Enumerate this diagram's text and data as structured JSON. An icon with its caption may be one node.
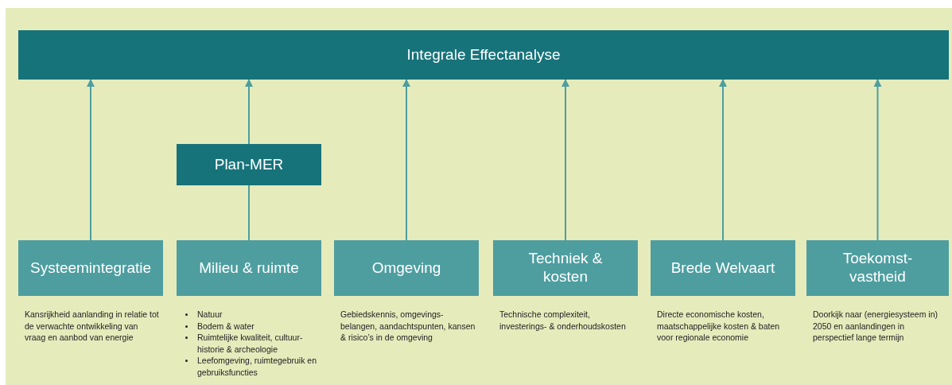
{
  "diagram": {
    "nodes": [
      {
        "text": [
          "Integrale Effectanalyse"
        ]
      },
      {
        "text": [
          "Plan-MER"
        ]
      },
      {
        "text": [
          "Systeemintegratie"
        ],
        "beside": [
          "Kansrijkheid aanlanding in relatie tot de verwachte ontwikkeling van vraag en aanbod van energie"
        ]
      },
      {
        "text": [
          "Milieu & ruimte"
        ],
        "beside": [
          "Natuur",
          "Bodem & water",
          "Ruimtelijke kwaliteit, cultuur-historie & archeologie",
          "Leefomgeving, ruimtegebruik en gebruiksfuncties"
        ]
      },
      {
        "text": [
          "Omgeving"
        ],
        "beside": [
          "Gebiedskennis, omgevings-belangen, aandachtspunten, kansen & risico’s in de omgeving"
        ]
      },
      {
        "text": [
          "Techniek & kosten"
        ],
        "beside": [
          "Technische complexiteit, investerings- & onderhoudskosten"
        ]
      },
      {
        "text": [
          "Brede Welvaart"
        ],
        "beside": [
          "Directe economische kosten, maatschappelijke kosten & baten voor regionale economie"
        ]
      },
      {
        "text": [
          "Toekomst-vastheid"
        ],
        "beside": [
          "Doorkijk naar (energiesysteem in) 2050 en aanlandingen in perspectief lange termijn"
        ]
      }
    ],
    "edges": [
      {
        "from": 2,
        "to": 0,
        "arrow": "to"
      },
      {
        "from": 3,
        "to": 1,
        "arrow": "none"
      },
      {
        "from": 1,
        "to": 0,
        "arrow": "to"
      },
      {
        "from": 4,
        "to": 0,
        "arrow": "to"
      },
      {
        "from": 5,
        "to": 0,
        "arrow": "to"
      },
      {
        "from": 6,
        "to": 0,
        "arrow": "to"
      },
      {
        "from": 7,
        "to": 0,
        "arrow": "to"
      }
    ]
  }
}
